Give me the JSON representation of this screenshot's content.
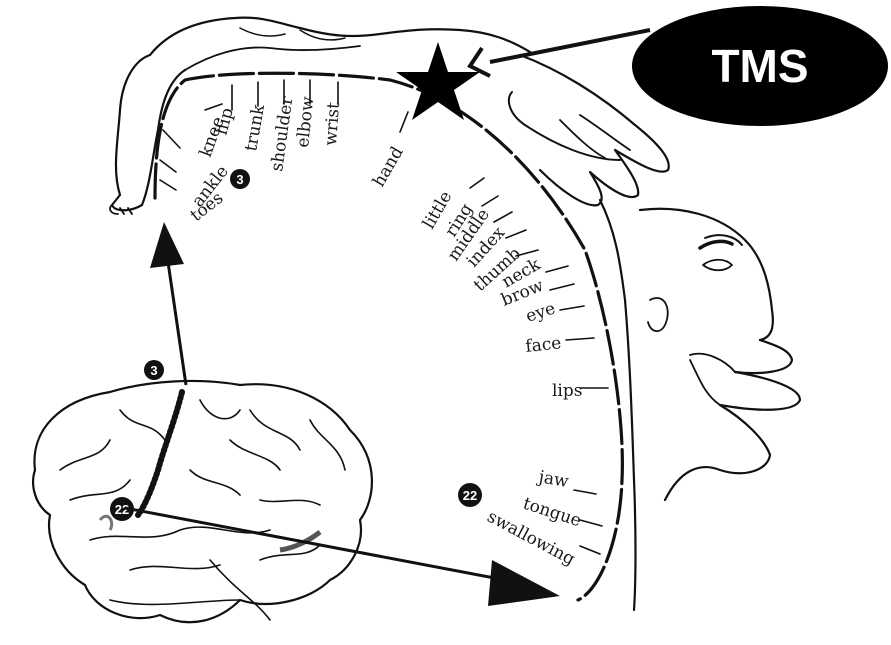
{
  "tms_label": "TMS",
  "region_numbers": {
    "upper": "3",
    "upper_brain": "3",
    "lower": "22",
    "lower_brain": "22"
  },
  "labels": {
    "hip": "hip",
    "knee": "knee",
    "trunk": "trunk",
    "shoulder": "shoulder",
    "elbow": "elbow",
    "wrist": "wrist",
    "hand": "hand",
    "ankle": "ankle",
    "toes": "toes",
    "little": "little",
    "ring": "ring",
    "middle": "middle",
    "index": "index",
    "thumb": "thumb",
    "neck": "neck",
    "brow": "brow",
    "eye": "eye",
    "face": "face",
    "lips": "lips",
    "jaw": "jaw",
    "tongue": "tongue",
    "swallowing": "swallowing"
  },
  "colors": {
    "ink": "#111111",
    "background": "#ffffff",
    "tms_fill": "#000000",
    "tms_text": "#ffffff"
  }
}
